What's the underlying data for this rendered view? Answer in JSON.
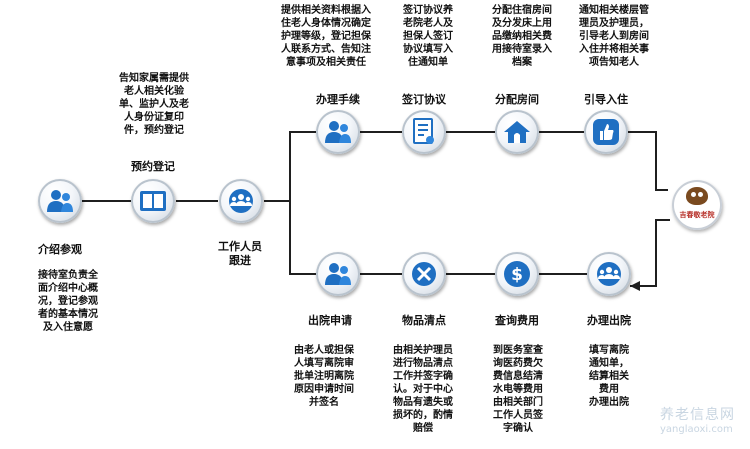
{
  "colors": {
    "line": "#1f1f1f",
    "accent": "#1f6fc2",
    "logo_text": "#b8322b"
  },
  "logo": {
    "text": "吉春敬老院"
  },
  "watermark": {
    "line1": "养老信息网",
    "line2": "yanglaoxi.com"
  },
  "steps": {
    "intro": {
      "label": "介绍参观",
      "desc": "接待室负责全\n面介绍中心概\n况，登记参观\n者的基本情况\n及入住意愿",
      "icon": "users-icon"
    },
    "booking": {
      "label": "预约登记",
      "desc": "告知家属需提供\n老人相关化验\n单、监护人及老\n人身份证复印\n件，预约登记",
      "icon": "book-icon"
    },
    "staff": {
      "label": "工作人员\n跟进",
      "icon": "group-icon"
    },
    "admission": {
      "label": "办理手续",
      "desc": "提供相关资料根据入\n住老人身体情况确定\n护理等级，登记担保\n人联系方式、告知注\n意事项及相关责任",
      "icon": "users-icon"
    },
    "agreement": {
      "label": "签订协议",
      "desc": "签订协议养\n老院老人及\n担保人签订\n协议填写入\n住通知单",
      "icon": "contract-icon"
    },
    "room": {
      "label": "分配房间",
      "desc": "分配住宿房间\n及分发床上用\n品缴纳相关费\n用接待室录入\n档案",
      "icon": "house-icon"
    },
    "guide": {
      "label": "引导入住",
      "desc": "通知相关楼层管\n理员及护理员，\n引导老人到房间\n入住并将相关事\n项告知老人",
      "icon": "thumbs-up-icon"
    },
    "discharge_apply": {
      "label": "出院申请",
      "desc": "由老人或担保\n人填写离院审\n批单注明离院\n原因申请时间\n并签名",
      "icon": "users-icon"
    },
    "inventory": {
      "label": "物品清点",
      "desc": "由相关护理员\n进行物品清点\n工作并签字确\n认。对于中心\n物品有遗失或\n损坏的，酌情\n赔偿",
      "icon": "tools-icon"
    },
    "fees": {
      "label": "查询费用",
      "desc": "到医务室查\n询医药费欠\n费信息结清\n水电等费用\n由相关部门\n工作人员签\n字确认",
      "icon": "dollar-icon"
    },
    "checkout": {
      "label": "办理出院",
      "desc": "填写离院\n通知单，\n结算相关\n费用\n办理出院",
      "icon": "group-icon"
    }
  }
}
